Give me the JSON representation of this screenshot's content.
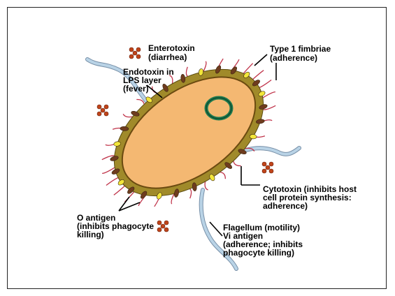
{
  "colors": {
    "cell_fill": "#f4b872",
    "capsule": "#a08a2a",
    "wall_line": "#6b4a10",
    "plasmid": "#1e7a4e",
    "fimbriae": "#c0344a",
    "o_antigen": "#7a4a2a",
    "vi_antigen": "#f2e63a",
    "flagellum": "#b9d3e6",
    "toxin": "#c0441a"
  },
  "labels": {
    "enterotoxin": [
      "Enterotoxin",
      "(diarrhea)"
    ],
    "endotoxin": [
      "Endotoxin in",
      "LPS layer",
      "(fever)"
    ],
    "fimbriae": [
      "Type 1 fimbriae",
      "(adherence)"
    ],
    "cytotoxin": [
      "Cytotoxin (inhibits host",
      "cell protein synthesis:",
      "adherence)"
    ],
    "o_antigen": [
      "O antigen",
      "(inhibits phagocyte",
      "killing)"
    ],
    "flagellum": [
      "Flagellum (motility)",
      "Vi antigen",
      "(adherence; inhibits",
      "phagocyte killing)"
    ]
  },
  "icons": {
    "toxin_cluster": "toxin-molecule-icon"
  }
}
